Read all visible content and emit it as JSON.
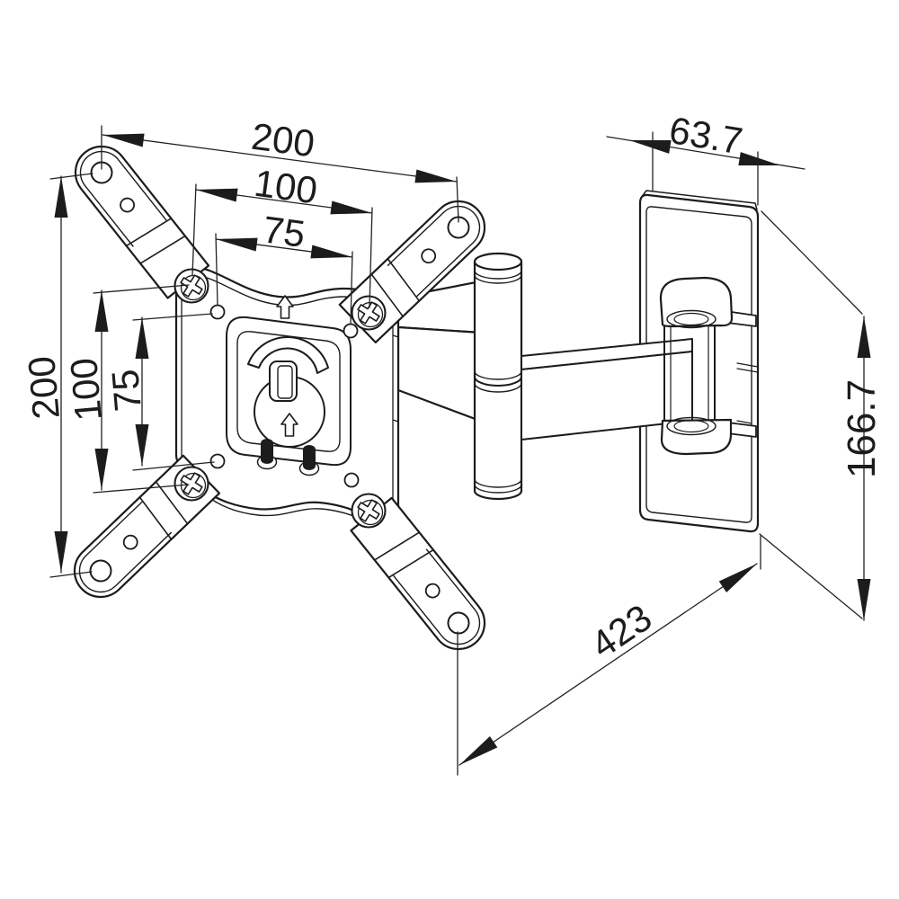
{
  "drawing": {
    "subject": "articulating-tv-wall-mount-bracket",
    "view": "axonometric-line-drawing"
  },
  "dims": {
    "top_200": "200",
    "top_100": "100",
    "top_75": "75",
    "left_200": "200",
    "left_100": "100",
    "left_75": "75",
    "wall_plate_width": "63.7",
    "wall_plate_height": "166.7",
    "arm_extension": "423"
  },
  "colors": {
    "line": "#1c1c1c",
    "background": "#ffffff"
  }
}
